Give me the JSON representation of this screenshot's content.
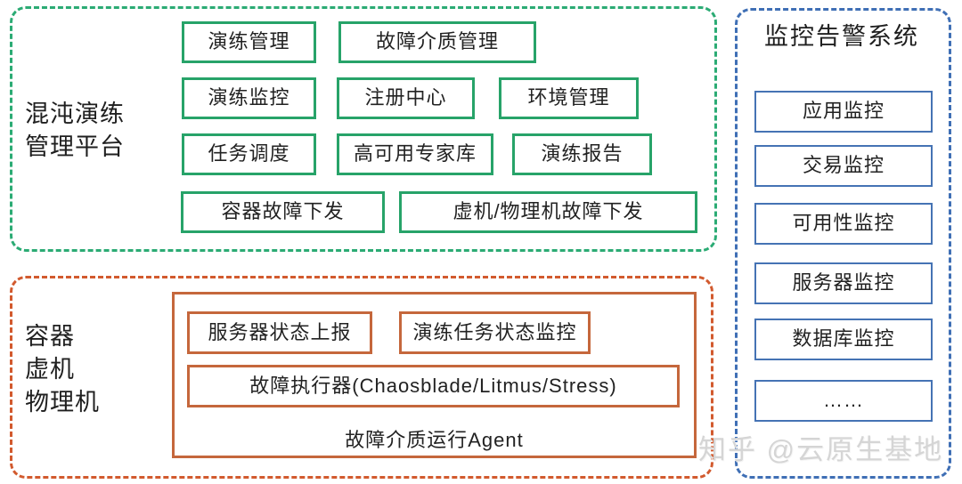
{
  "platform": {
    "label_line1": "混沌演练",
    "label_line2": "管理平台",
    "modules": [
      "演练管理",
      "故障介质管理",
      "演练监控",
      "注册中心",
      "环境管理",
      "任务调度",
      "高可用专家库",
      "演练报告",
      "容器故障下发",
      "虚机/物理机故障下发"
    ]
  },
  "agent": {
    "label_line1": "容器",
    "label_line2": "虚机",
    "label_line3": "物理机",
    "modules": [
      "服务器状态上报",
      "演练任务状态监控",
      "故障执行器(Chaosblade/Litmus/Stress)"
    ],
    "container_caption": "故障介质运行Agent"
  },
  "monitoring": {
    "title": "监控告警系统",
    "modules": [
      "应用监控",
      "交易监控",
      "可用性监控",
      "服务器监控",
      "数据库监控",
      "……"
    ]
  },
  "watermark": "知乎 @云原生基地",
  "colors": {
    "green_solid": "#27a369",
    "green_dashed": "#2bab74",
    "orange_solid": "#c5673c",
    "orange_dashed": "#d25a2e",
    "blue_solid": "#4573b4",
    "blue_dashed": "#3f6fb5",
    "text": "#222222",
    "watermark": "#d5d5d5"
  }
}
